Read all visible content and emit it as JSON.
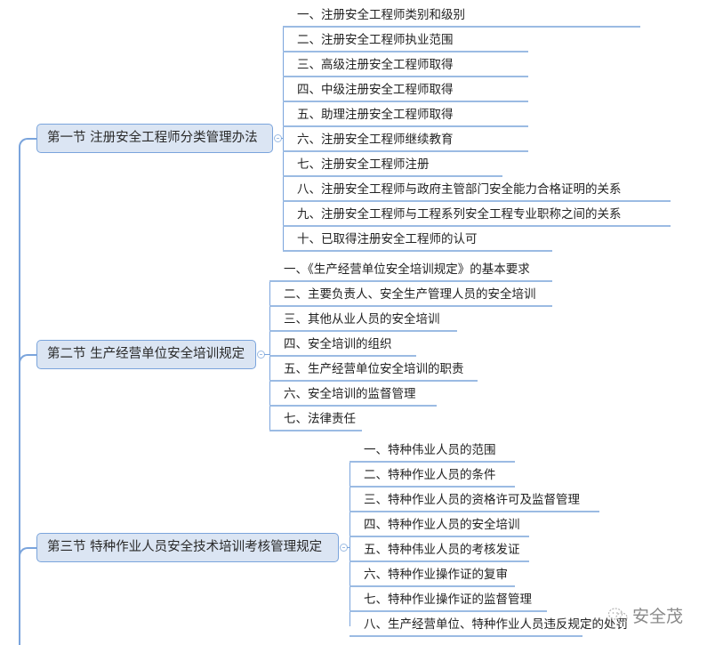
{
  "mindmap": {
    "colors": {
      "line": "#7aa4dc",
      "node_fill": "#dbe5f3",
      "underline": "#9bbbe3"
    },
    "sections": [
      {
        "label": "第一节 注册安全工程师分类管理办法",
        "children": [
          "一、注册安全工程师类别和级别",
          "二、注册安全工程师执业范围",
          "三、高级注册安全工程师取得",
          "四、中级注册安全工程师取得",
          "五、助理注册安全工程师取得",
          "六、注册安全工程师继续教育",
          "七、注册安全工程师注册",
          "八、注册安全工程师与政府主管部门安全能力合格证明的关系",
          "九、注册安全工程师与工程系列安全工程专业职称之间的关系",
          "十、已取得注册安全工程师的认可"
        ]
      },
      {
        "label": "第二节 生产经营单位安全培训规定",
        "children": [
          "一、《生产经营单位安全培训规定》的基本要求",
          "二、主要负责人、安全生产管理人员的安全培训",
          "三、其他从业人员的安全培训",
          "四、安全培训的组织",
          "五、生产经营单位安全培训的职责",
          "六、安全培训的监督管理",
          "七、法律责任"
        ]
      },
      {
        "label": "第三节 特种作业人员安全技术培训考核管理规定",
        "children": [
          "一、特种伟业人员的范围",
          "二、特种作业人员的条件",
          "三、特种作业人员的资格许可及监督管理",
          "四、特种作业人员的安全培训",
          "五、特种伟业人员的考核发证",
          "六、特种作业操作证的复审",
          "七、特种作业操作证的监督管理",
          "八、生产经营单位、特种作业人员违反规定的处罚"
        ]
      }
    ]
  },
  "watermark": {
    "icon": "wechat-icon",
    "text": "安全茂"
  }
}
